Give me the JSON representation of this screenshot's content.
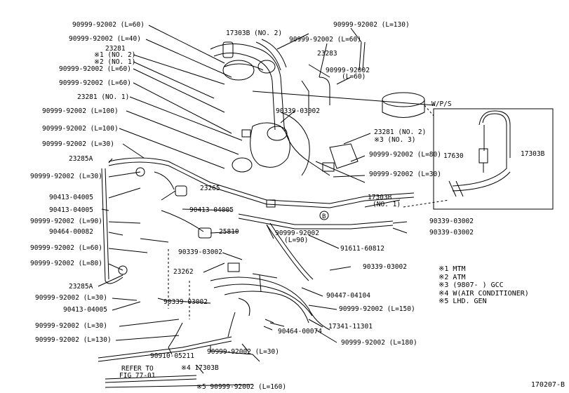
{
  "labels": [
    {
      "id": "l1",
      "text": "90999-92002 (L=60)"
    },
    {
      "id": "l2",
      "text": "90999-92002 (L=40)"
    },
    {
      "id": "l3",
      "text": "23281"
    },
    {
      "id": "l4",
      "text": "※1 (NO. 2)"
    },
    {
      "id": "l5",
      "text": "※2 (NO. 1)"
    },
    {
      "id": "l6",
      "text": "90999-92002 (L=60)"
    },
    {
      "id": "l7",
      "text": "90999-92002 (L=60)"
    },
    {
      "id": "l8",
      "text": "23281 (NO. 1)"
    },
    {
      "id": "l9",
      "text": "90999-92002 (L=100)"
    },
    {
      "id": "l10",
      "text": "90999-92002 (L=100)"
    },
    {
      "id": "l11",
      "text": "90999-92002 (L=30)"
    },
    {
      "id": "l12",
      "text": "23285A"
    },
    {
      "id": "l13",
      "text": "90999-92002 (L=30)"
    },
    {
      "id": "l14",
      "text": "90413-04005"
    },
    {
      "id": "l15",
      "text": "90413-04005"
    },
    {
      "id": "l16",
      "text": "90999-92002 (L=90)"
    },
    {
      "id": "l17",
      "text": "90464-00082"
    },
    {
      "id": "l18",
      "text": "90999-92002 (L=60)"
    },
    {
      "id": "l19",
      "text": "90999-92002 (L=80)"
    },
    {
      "id": "l20",
      "text": "23285A"
    },
    {
      "id": "l21",
      "text": "90999-92002 (L=30)"
    },
    {
      "id": "l22",
      "text": "90413-04005"
    },
    {
      "id": "l23",
      "text": "90999-92002 (L=30)"
    },
    {
      "id": "l24",
      "text": "90999-92002 (L=130)"
    },
    {
      "id": "l25",
      "text": "17303B (NO. 2)"
    },
    {
      "id": "l26",
      "text": "90999-92002 (L=60)"
    },
    {
      "id": "l27",
      "text": "23283"
    },
    {
      "id": "l28",
      "text": "90999-92002"
    },
    {
      "id": "l29",
      "text": "(L=60)"
    },
    {
      "id": "l30",
      "text": "90999-92002 (L=130)"
    },
    {
      "id": "l31",
      "text": "W/P/S"
    },
    {
      "id": "l32",
      "text": "90339-03002"
    },
    {
      "id": "l33",
      "text": "23281 (NO. 2)"
    },
    {
      "id": "l34",
      "text": "※3 (NO. 3)"
    },
    {
      "id": "l35",
      "text": "90999-92002 (L=80)"
    },
    {
      "id": "l36",
      "text": "17630"
    },
    {
      "id": "l37",
      "text": "17303B"
    },
    {
      "id": "l38",
      "text": "90999-92002 (L=30)"
    },
    {
      "id": "l39",
      "text": "23265"
    },
    {
      "id": "l40",
      "text": "17303B"
    },
    {
      "id": "l41",
      "text": "(NO. 1)"
    },
    {
      "id": "l42",
      "text": "90413-04005"
    },
    {
      "id": "l43",
      "text": "90339-03002"
    },
    {
      "id": "l44",
      "text": "90339-03002"
    },
    {
      "id": "l45",
      "text": "90999-92002"
    },
    {
      "id": "l46",
      "text": "(L=90)"
    },
    {
      "id": "l47",
      "text": "25810"
    },
    {
      "id": "l48",
      "text": "91611-60812"
    },
    {
      "id": "l49",
      "text": "90339-03002"
    },
    {
      "id": "l50",
      "text": "90339-03002"
    },
    {
      "id": "l51",
      "text": "23262"
    },
    {
      "id": "l52",
      "text": "90447-04104"
    },
    {
      "id": "l53",
      "text": "90339-03002"
    },
    {
      "id": "l54",
      "text": "90999-92002 (L=150)"
    },
    {
      "id": "l55",
      "text": "90464-00074"
    },
    {
      "id": "l56",
      "text": "17341-11301"
    },
    {
      "id": "l57",
      "text": "90999-92002 (L=180)"
    },
    {
      "id": "l58",
      "text": "90910-05211"
    },
    {
      "id": "l59",
      "text": "90999-92002 (L=30)"
    },
    {
      "id": "l60",
      "text": "※4 17303B"
    },
    {
      "id": "l61",
      "text": "REFER TO"
    },
    {
      "id": "l62",
      "text": "FIG 77-01"
    },
    {
      "id": "l63",
      "text": "※5 90999-92002 (L=160)"
    }
  ],
  "legend": {
    "items": [
      "※1 MTM",
      "※2 ATM",
      "※3 (9807-      ) GCC",
      "※4 W(AIR CONDITIONER)",
      "※5 LHD. GEN"
    ]
  },
  "callout_letter": "B",
  "figure_code": "170207-B"
}
